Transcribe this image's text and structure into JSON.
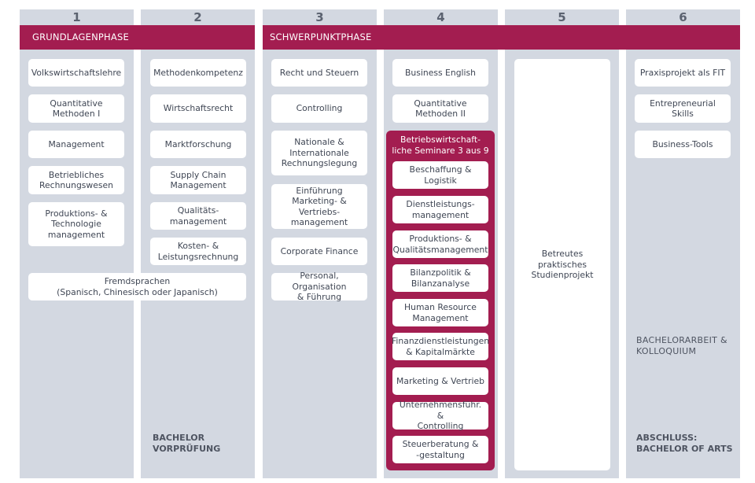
{
  "columns": [
    "1",
    "2",
    "3",
    "4",
    "5",
    "6"
  ],
  "phases": {
    "grundlagen": "GRUNDLAGENPHASE",
    "schwerpunkt": "SCHWERPUNKTPHASE"
  },
  "col1": {
    "modules": [
      "Volkswirtschaftslehre",
      "Quantitative\nMethoden I",
      "Management",
      "Betriebliches\nRechnungswesen",
      "Produktions- &\nTechnologie\nmanagement"
    ]
  },
  "col2": {
    "modules": [
      "Methodenkompetenz",
      "Wirtschaftsrecht",
      "Marktforschung",
      "Supply Chain\nManagement",
      "Qualitäts-\nmanagement",
      "Kosten- &\nLeistungsrechnung"
    ],
    "milestone": "BACHELOR\nVORPRÜFUNG"
  },
  "shared_12": "Fremdsprachen\n(Spanisch, Chinesisch oder Japanisch)",
  "col3": {
    "modules": [
      "Recht und Steuern",
      "Controlling",
      "Nationale &\nInternationale\nRechnungslegung",
      "Einführung\nMarketing- & Vertriebs-\nmanagement",
      "Corporate Finance",
      "Personal, Organisation\n& Führung"
    ]
  },
  "col4": {
    "modules": [
      "Business English",
      "Quantitative\nMethoden II"
    ],
    "seminar_title": "Betriebswirtschaft-\nliche Seminare 3 aus 9",
    "seminars": [
      "Beschaffung & Logistik",
      "Dienstleistungs-\nmanagement",
      "Produktions- &\nQualitätsmanagement",
      "Bilanzpolitik &\nBilanzanalyse",
      "Human Resource\nManagement",
      "Finanzdienstleistungen\n& Kapitalmärkte",
      "Marketing & Vertrieb",
      "Unternehmensführ. &\nControlling",
      "Steuerberatung &\n-gestaltung"
    ]
  },
  "col5": {
    "project": "Betreutes\npraktisches\nStudienprojekt"
  },
  "col6": {
    "modules": [
      "Praxisprojekt als FIT",
      "Entrepreneurial Skills",
      "Business-Tools"
    ],
    "thesis": "BACHELORARBEIT &\nKOLLOQUIUM",
    "degree": "ABSCHLUSS:\nBACHELOR OF ARTS"
  },
  "colors": {
    "accent": "#a31d50",
    "column_bg": "#d3d8e1",
    "box_bg": "#ffffff",
    "text": "#3f4654"
  }
}
